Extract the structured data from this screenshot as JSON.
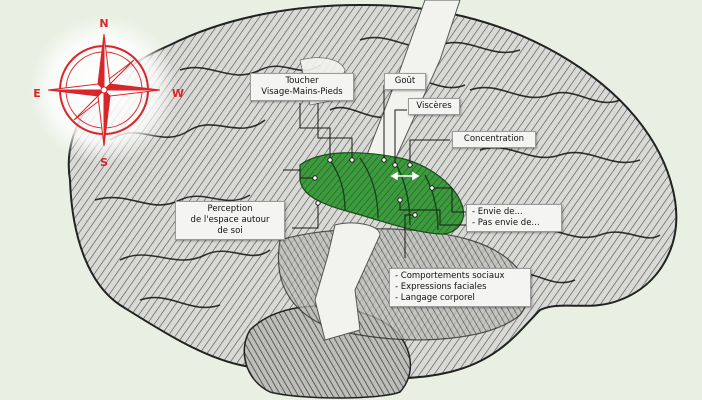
{
  "compass": {
    "north": "N",
    "south": "S",
    "east": "E",
    "west": "W",
    "color": "#d8262b"
  },
  "labels": {
    "toucher": {
      "line1": "Toucher",
      "line2": "Visage-Mains-Pieds"
    },
    "gout": "Goût",
    "visceres": "Viscères",
    "concentration": "Concentration",
    "perception": {
      "line1": "Perception",
      "line2": "de l'espace autour",
      "line3": "de soi"
    },
    "envie": {
      "line1": "- Envie de...",
      "line2": "- Pas envie de..."
    },
    "social": {
      "line1": "- Comportements sociaux",
      "line2": "- Expressions faciales",
      "line3": "- Langage corporel"
    }
  },
  "colors": {
    "background": "#e9f0e3",
    "insula_highlight": "#3d9a3e",
    "label_bg": "#f4f4f2"
  }
}
